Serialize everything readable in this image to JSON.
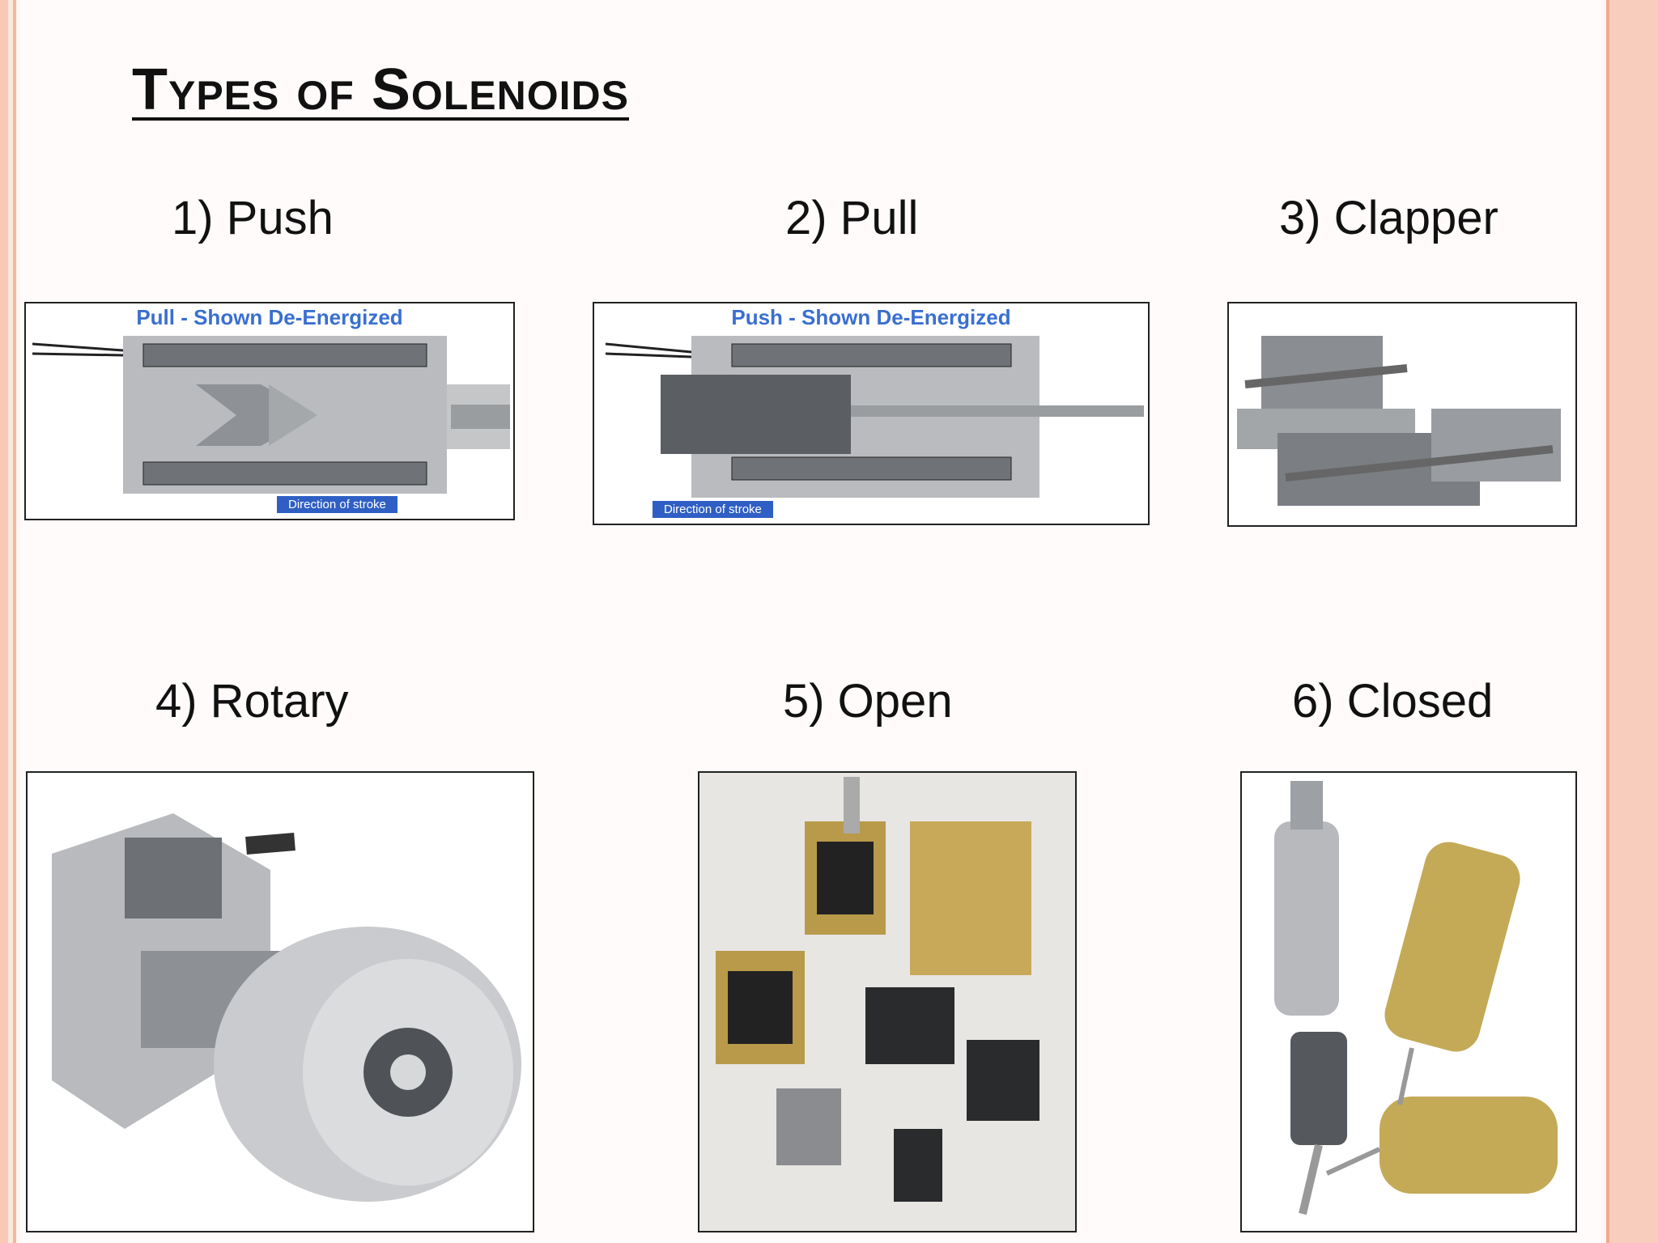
{
  "slide": {
    "title": "Types of Solenoids",
    "types": [
      {
        "label": "1) Push"
      },
      {
        "label": "2) Pull"
      },
      {
        "label": "3) Clapper"
      },
      {
        "label": "4) Rotary"
      },
      {
        "label": "5) Open"
      },
      {
        "label": "6) Closed"
      }
    ],
    "diagrams": {
      "push": {
        "caption": "Pull - Shown De-Energized",
        "stroke": "Direction of stroke"
      },
      "pull": {
        "caption": "Push - Shown De-Energized",
        "stroke": "Direction of stroke"
      }
    }
  },
  "colors": {
    "accent": "#3a6fd0",
    "border": "#f0aa92"
  }
}
